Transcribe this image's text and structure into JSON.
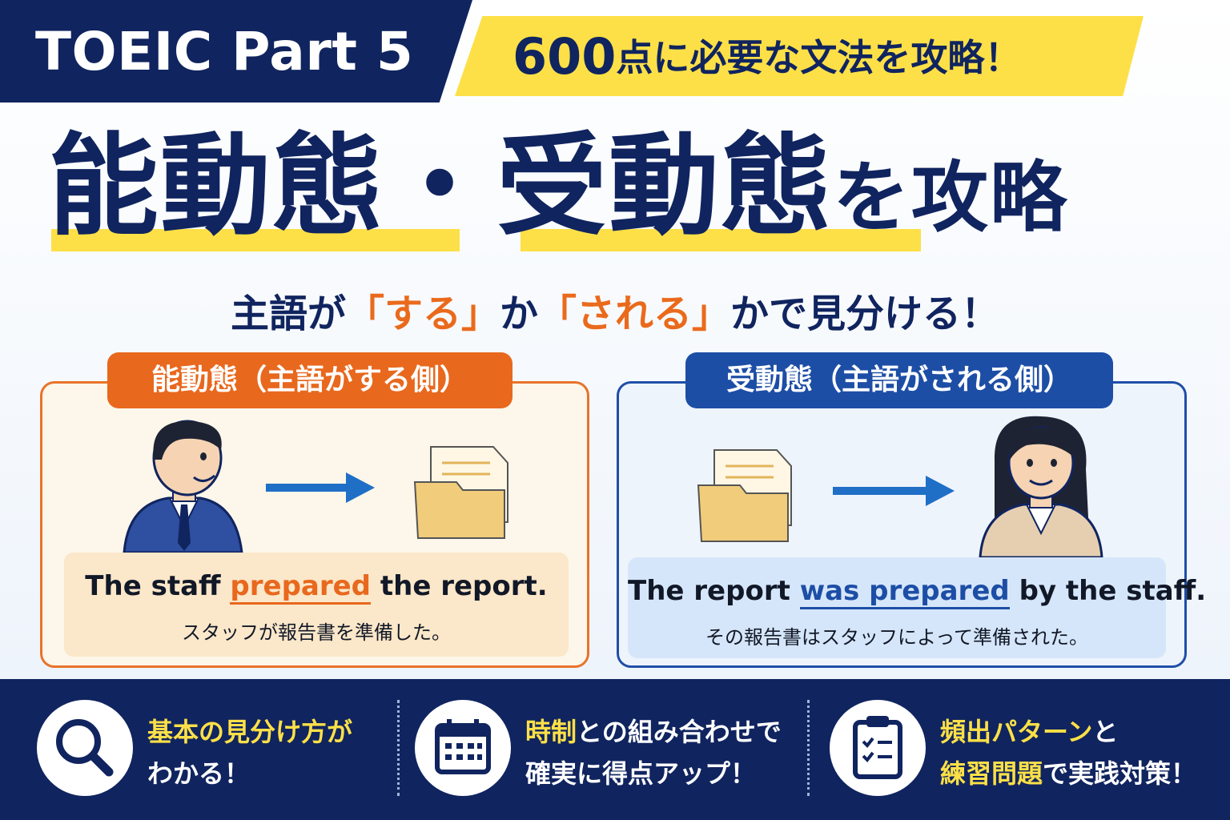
{
  "banner": {
    "series": "TOEIC Part 5",
    "goal_number": "600",
    "goal_text": "点に必要な文法を攻略！"
  },
  "title": {
    "part1": "能動態",
    "dot": "・",
    "part2": "受動態",
    "part3": "を攻略"
  },
  "subtitle": {
    "a": "主語が",
    "b": "「する」",
    "c": "か",
    "d": "「される」",
    "e": "かで見分ける！"
  },
  "active": {
    "tag": "能動態（主語がする側）",
    "en_pre": "The staff ",
    "en_verb": "prepared",
    "en_post": " the report.",
    "jp": "スタッフが報告書を準備した。"
  },
  "passive": {
    "tag": "受動態（主語がされる側）",
    "en_pre": "The report ",
    "en_verb": "was prepared",
    "en_post": " by the staff.",
    "jp": "その報告書はスタッフによって準備された。"
  },
  "features": [
    {
      "icon": "magnifier-icon",
      "y1": "基本の見分け方",
      "w1": "が",
      "w2": "わかる！"
    },
    {
      "icon": "calendar-icon",
      "y1": "時制",
      "w1": "との組み合わせで",
      "w2": "確実に得点アップ！"
    },
    {
      "icon": "clipboard-checklist-icon",
      "y1": "頻出パターン",
      "w1": "と",
      "y2": "練習問題",
      "w2": "で実践対策！"
    }
  ],
  "colors": {
    "navy": "#10245f",
    "yellow": "#fde047",
    "orange": "#e8681e",
    "blue": "#1d4ea6"
  }
}
